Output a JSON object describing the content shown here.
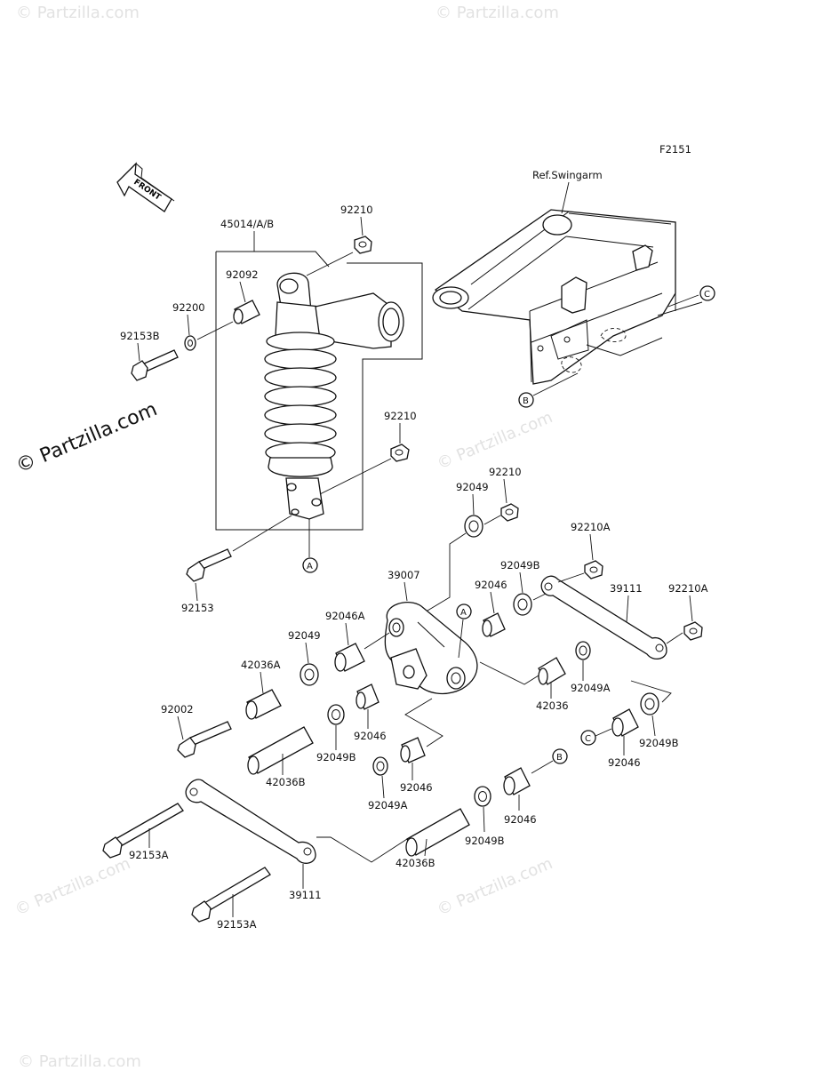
{
  "diagram": {
    "figure_code": "F2151",
    "direction_label": "FRONT",
    "watermarks": [
      "© Partzilla.com",
      "© Partzilla.com",
      "© Partzilla.com",
      "© Partzilla.com",
      "© Partzilla.com",
      "© Partzilla.com",
      "© Partzilla.com"
    ],
    "labels": {
      "ref_swingarm": "Ref.Swingarm",
      "shock_assembly": "45014/A/B",
      "nut_92210_top": "92210",
      "collar_92092": "92092",
      "washer_92200": "92200",
      "bolt_92153b": "92153B",
      "nut_92210_mid": "92210",
      "bolt_92153": "92153",
      "washer_92049_top": "92049",
      "nut_92210_link": "92210",
      "nut_92210a_top": "92210A",
      "washer_92049b_top": "92049B",
      "bearing_92046_top": "92046",
      "rocker_39007": "39007",
      "rod_39111_right": "39111",
      "nut_92210a_right": "92210A",
      "bearing_92046a": "92046A",
      "washer_92049_left": "92049",
      "collar_42036a": "42036A",
      "bolt_92002": "92002",
      "bearing_92046_mid": "92046",
      "washer_92049b_mid": "92049B",
      "collar_42036b_mid": "42036B",
      "bearing_92046_low": "92046",
      "washer_92049a_low": "92049A",
      "collar_42036_right": "42036",
      "washer_92049a_right": "92049A",
      "washer_92049b_right": "92049B",
      "bearing_92046_right": "92046",
      "bolt_92153a_upper": "92153A",
      "rod_39111_left": "39111",
      "bolt_92153a_lower": "92153A",
      "collar_42036b_low": "42036B",
      "washer_92049b_low": "92049B",
      "bearing_92046_bottom": "92046"
    },
    "callouts": {
      "a_shock": "A",
      "a_rocker": "A",
      "b_swingarm": "B",
      "b_link": "B",
      "c_swingarm": "C",
      "c_link": "C"
    }
  }
}
